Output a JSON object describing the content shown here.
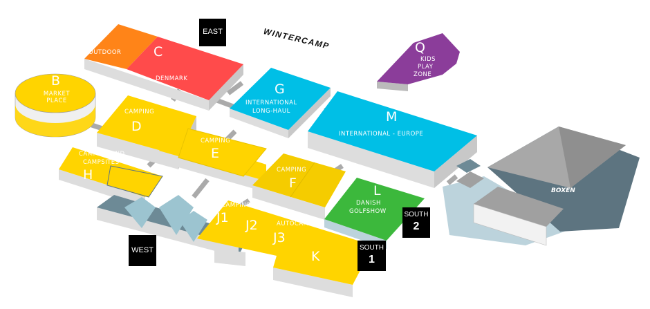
{
  "title": "WINTERCAMP",
  "colors": {
    "outdoor": "#ff8418",
    "denmark": "#ff4b4b",
    "international": "#00bfe6",
    "camping": "#ffd400",
    "kids": "#8b3d9a",
    "golf": "#3cb83c",
    "boxen": "#5d7480"
  },
  "halls": {
    "B": {
      "letter": "B",
      "name": "MARKET PLACE"
    },
    "C": {
      "letter": "C",
      "name": "DENMARK",
      "sub": "OUTDOOR"
    },
    "D": {
      "letter": "D",
      "name": "CAMPING"
    },
    "E": {
      "letter": "E",
      "name": "CAMPING"
    },
    "F": {
      "letter": "F",
      "name": "CAMPING"
    },
    "G": {
      "letter": "G",
      "name1": "INTERNATIONAL",
      "name2": "LONG-HAUL"
    },
    "H": {
      "letter": "H",
      "name1": "CAMPING AND",
      "name2": "CAMPSITES"
    },
    "J": {
      "name": "CAMPING",
      "j1": "J1",
      "j2": "J2",
      "j3": "J3",
      "autocamper": "AUTOCAMPER"
    },
    "K": {
      "letter": "K"
    },
    "L": {
      "letter": "L",
      "name1": "DANISH",
      "name2": "GOLFSHOW"
    },
    "M": {
      "letter": "M",
      "name": "INTERNATIONAL - EUROPE"
    },
    "Q": {
      "letter": "Q",
      "name1": "KIDS",
      "name2": "PLAY",
      "name3": "ZONE"
    }
  },
  "entrances": {
    "east": "EAST",
    "west": "WEST",
    "south1_label": "SOUTH",
    "south1_num": "1",
    "south2_label": "SOUTH",
    "south2_num": "2"
  },
  "arena": {
    "logo": "BOXEN"
  }
}
